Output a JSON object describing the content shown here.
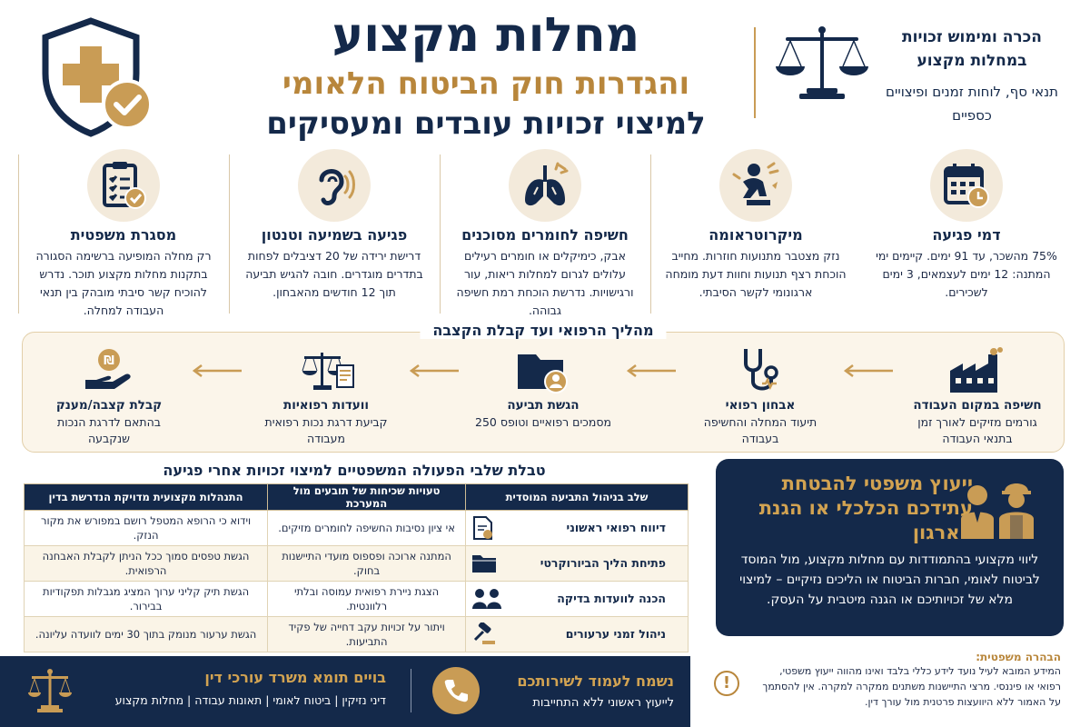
{
  "header": {
    "title_line1": "מחלות מקצוע",
    "title_line2": "והגדרות חוק הביטוח הלאומי",
    "title_line3": "למיצוי זכויות עובדים ומעסיקים",
    "side_title": "הכרה ומימוש זכויות במחלות מקצוע",
    "side_subtitle": "תנאי סף, לוחות זמנים ופיצויים כספיים"
  },
  "columns": [
    {
      "icon": "calendar-clock-icon",
      "title": "דמי פגיעה",
      "text": "75% מהשכר, עד 91 ימים. קיימים ימי המתנה: 12 ימים לעצמאים, 3 ימים לשכירים."
    },
    {
      "icon": "worker-strain-icon",
      "title": "מיקרוטראומה",
      "text": "נזק מצטבר מתנועות חוזרות. מחייב הוכחת רצף תנועות וחוות דעת מומחה ארגונומי לקשר הסיבתי."
    },
    {
      "icon": "lungs-icon",
      "title": "חשיפה לחומרים מסוכנים",
      "text": "אבק, כימיקלים או חומרים רעילים עלולים לגרום למחלות ריאות, עור ורגישויות. נדרשת הוכחת רמת חשיפה גבוהה."
    },
    {
      "icon": "ear-icon",
      "title": "פגיעה בשמיעה וטנטון",
      "text": "דרישת ירידה של 20 דציבלים לפחות בתדרים מוגדרים. חובה להגיש תביעה תוך 12 חודשים מהאבחון."
    },
    {
      "icon": "checklist-icon",
      "title": "מסגרת משפטית",
      "text": "רק מחלה המופיעה ברשימה הסגורה בתקנות מחלות מקצוע תוכר. נדרש להוכיח קשר סיבתי מובהק בין תנאי העבודה למחלה."
    }
  ],
  "process": {
    "title": "מהליך הרפואי ועד קבלת הקצבה",
    "steps": [
      {
        "icon": "factory-icon",
        "title": "חשיפה במקום העבודה",
        "text": "גורמים מזיקים לאורך זמן בתנאי העבודה"
      },
      {
        "icon": "stethoscope-icon",
        "title": "אבחון רפואי",
        "text": "תיעוד המחלה והחשיפה בעבודה"
      },
      {
        "icon": "folder-user-icon",
        "title": "הגשת תביעה",
        "text": "מסמכים רפואיים וטופס 250"
      },
      {
        "icon": "scale-document-icon",
        "title": "וועדות רפואיות",
        "text": "קביעת דרגת נכות רפואית מעבודה"
      },
      {
        "icon": "hand-coin-icon",
        "title": "קבלת קצבה/מענק",
        "text": "בהתאם לדרגת הנכות שנקבעה"
      }
    ]
  },
  "table": {
    "title": "טבלת שלבי הפעולה המשפטיים למיצוי זכויות אחרי פגיעה",
    "headers": [
      "שלב בניהול התביעה המוסדית",
      "טעויות שכיחות של תובעים מול המערכת",
      "התנהלות מקצועית מדויקת הנדרשת בדין"
    ],
    "rows": [
      {
        "icon": "medical-report-icon",
        "stage": "דיווח רפואי ראשוני",
        "mistake": "אי ציון נסיבות החשיפה לחומרים מזיקים.",
        "correct": "וידוא כי הרופא המטפל רושם במפורש את מקור הנזק."
      },
      {
        "icon": "folder-icon",
        "stage": "פתיחת הליך הביורוקרטי",
        "mistake": "המתנה ארוכה ופספוס מועדי התיישנות בחוק.",
        "correct": "הגשת טפסים סמוך ככל הניתן לקבלת האבחנה הרפואית."
      },
      {
        "icon": "people-icon",
        "stage": "הכנה לוועדות בדיקה",
        "mistake": "הצגת ניירת רפואית עמוסה ובלתי רלוונטית.",
        "correct": "הגשת תיק קליני ערוך המציג מגבלות תפקודיות בבירור."
      },
      {
        "icon": "gavel-icon",
        "stage": "ניהול זמני ערעורים",
        "mistake": "ויתור על זכויות עקב דחייה של פקיד התביעות.",
        "correct": "הגשת ערעור מנומק בתוך 30 ימים לוועדה עליונה."
      }
    ]
  },
  "advice": {
    "title": "ייעוץ משפטי להבטחת עתידכם הכלכלי או הגנת הארגון",
    "body": "ליווי מקצועי בהתמודדות עם מחלות מקצוע, מול המוסד לביטוח לאומי, חברות הביטוח או הליכים נזיקיים – למיצוי מלא של זכויותיכם או הגנה מיטבית על העסק."
  },
  "disclaimer": {
    "title": "הבהרה משפטית:",
    "text": "המידע המובא לעיל נועד לידע כללי בלבד ואינו מהווה ייעוץ משפטי, רפואי או פיננסי. מרצי התיישנות משתנים ממקרה למקרה. אין להסתמך על האמור ללא היוועצות פרטנית מול עורך דין."
  },
  "footer": {
    "contact_title": "נשמח לעמוד לשירותכם",
    "contact_sub": "לייעוץ ראשוני ללא התחייבות",
    "firm_name": "בויים תומא משרד עורכי דין",
    "firm_areas": "דיני נזיקין | ביטוח לאומי | תאונות עבודה | מחלות מקצוע"
  },
  "colors": {
    "navy": "#14294a",
    "gold": "#b8863b",
    "cream": "#fbf5ea"
  }
}
